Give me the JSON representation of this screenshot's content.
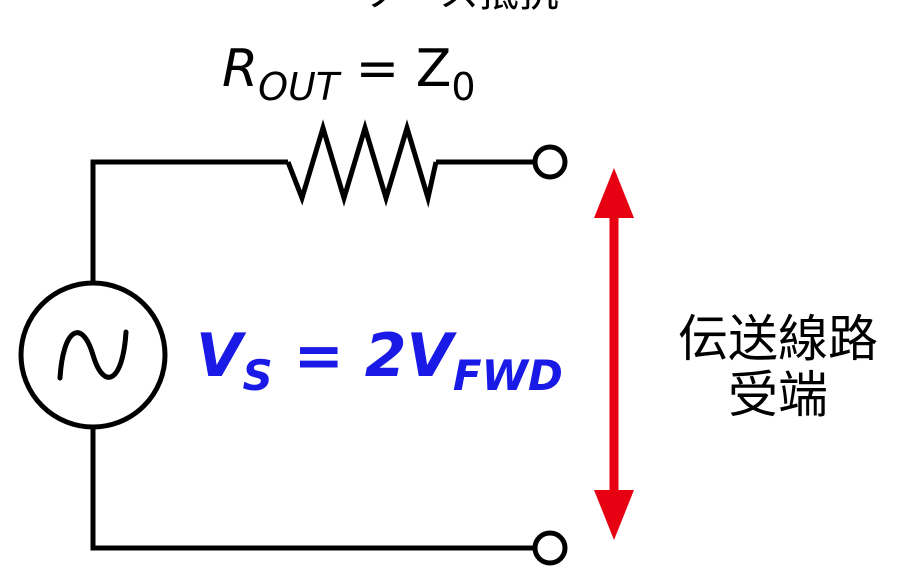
{
  "top_caption": "ソース抵抗",
  "resistor_label": {
    "main": "R",
    "sub": "OUT",
    "eq": " = Z",
    "eq_sub": "0"
  },
  "source_label": {
    "v": "V",
    "v_sub": "S",
    "mid": " = 2V",
    "fwd_sub": "FWD",
    "color": "#1a1ae6"
  },
  "receiving_end": {
    "line1": "伝送線路",
    "line2": "受端"
  },
  "colors": {
    "wire": "#000000",
    "arrow": "#e60012"
  }
}
